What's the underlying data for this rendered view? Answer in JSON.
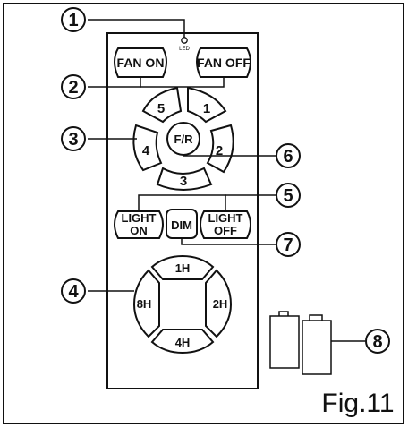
{
  "figure_label": "Fig.11",
  "led_label": "LED",
  "buttons": {
    "fan_on": "FAN ON",
    "fan_off": "FAN OFF",
    "speed_1": "1",
    "speed_2": "2",
    "speed_3": "3",
    "speed_4": "4",
    "speed_5": "5",
    "reverse": "F/R",
    "light_on_line1": "LIGHT",
    "light_on_line2": "ON",
    "dim": "DIM",
    "light_off_line1": "LIGHT",
    "light_off_line2": "OFF",
    "timer_1h": "1H",
    "timer_2h": "2H",
    "timer_4h": "4H",
    "timer_8h": "8H"
  },
  "callouts": [
    "1",
    "2",
    "3",
    "4",
    "5",
    "6",
    "7",
    "8"
  ]
}
